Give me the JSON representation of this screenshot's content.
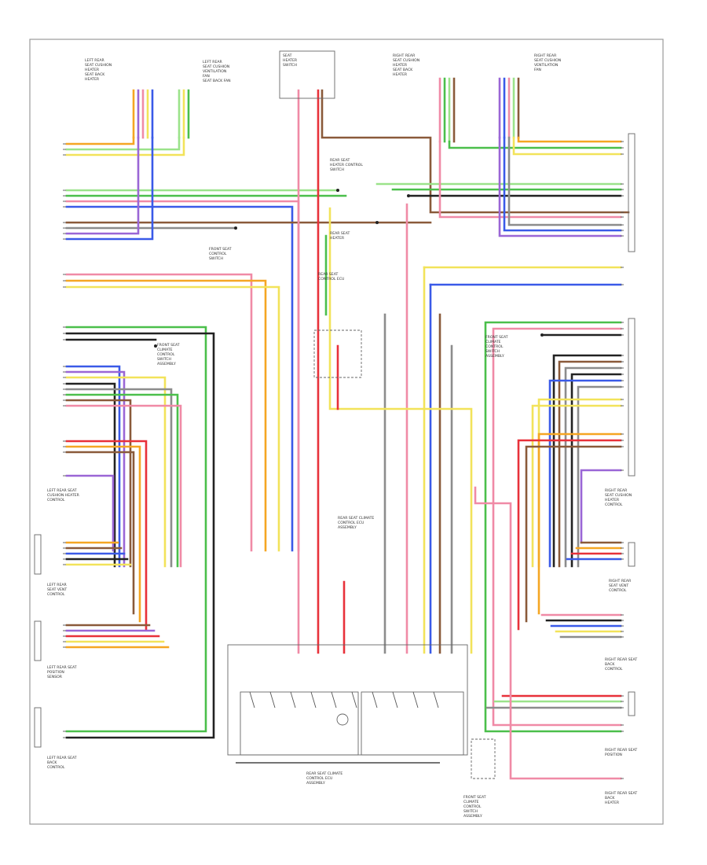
{
  "diagram": {
    "footer_code": "",
    "blocks": [
      {
        "id": "left_rear_heater",
        "lines": [
          "LEFT REAR",
          "SEAT CUSHION",
          "HEATER",
          "SEAT BACK",
          "HEATER"
        ]
      },
      {
        "id": "left_rear_vent",
        "lines": [
          "LEFT REAR",
          "SEAT CUSHION",
          "VENTILATION",
          "FAN",
          "SEAT BACK FAN"
        ]
      },
      {
        "id": "seat_heater_switch",
        "lines": [
          "SEAT",
          "HEATER",
          "SWITCH"
        ]
      },
      {
        "id": "right_rear_heater",
        "lines": [
          "RIGHT REAR",
          "SEAT CUSHION",
          "HEATER",
          "SEAT BACK",
          "HEATER"
        ]
      },
      {
        "id": "right_rear_vent",
        "lines": [
          "RIGHT REAR",
          "SEAT CUSHION",
          "VENTILATION",
          "FAN"
        ]
      },
      {
        "id": "seat_ctrl_a",
        "lines": [
          "REAR SEAT",
          "HEATER CONTROL",
          "SWITCH"
        ]
      },
      {
        "id": "seat_ctrl_b",
        "lines": [
          "FRONT SEAT",
          "CONTROL",
          "SWITCH"
        ]
      },
      {
        "id": "left_rear_cushion_ctrl",
        "lines": [
          "LEFT REAR SEAT",
          "CUSHION HEATER",
          "CONTROL"
        ]
      },
      {
        "id": "left_rear_vent_ctrl",
        "lines": [
          "LEFT REAR",
          "SEAT VENT",
          "CONTROL"
        ]
      },
      {
        "id": "left_rear_seat_pos",
        "lines": [
          "LEFT REAR SEAT",
          "POSITION",
          "SENSOR"
        ]
      },
      {
        "id": "left_rear_seat_back",
        "lines": [
          "LEFT REAR SEAT",
          "BACK",
          "CONTROL"
        ]
      },
      {
        "id": "rear_seat_ecu",
        "lines": [
          "REAR SEAT",
          "CONTROL ECU"
        ]
      },
      {
        "id": "center_ctrl",
        "lines": [
          "REAR SEAT",
          "HEATER"
        ]
      },
      {
        "id": "right_rear_cushion_ctrl",
        "lines": [
          "RIGHT REAR",
          "SEAT CUSHION",
          "HEATER",
          "CONTROL"
        ]
      },
      {
        "id": "right_rear_vent_ctrl",
        "lines": [
          "RIGHT REAR",
          "SEAT VENT",
          "CONTROL"
        ]
      },
      {
        "id": "right_rear_seat_back",
        "lines": [
          "RIGHT REAR SEAT",
          "BACK",
          "CONTROL"
        ]
      },
      {
        "id": "right_rear_seat_pos",
        "lines": [
          "RIGHT REAR SEAT",
          "POSITION"
        ]
      },
      {
        "id": "seat_ecu_main",
        "lines": [
          "REAR SEAT CLIMATE",
          "CONTROL ECU",
          "ASSEMBLY"
        ]
      },
      {
        "id": "front_ctrl",
        "lines": [
          "FRONT SEAT",
          "CLIMATE",
          "CONTROL",
          "SWITCH",
          "ASSEMBLY"
        ]
      },
      {
        "id": "right_rear_back_ctrl",
        "lines": [
          "RIGHT REAR SEAT",
          "BACK",
          "HEATER"
        ]
      }
    ],
    "wire_colors": {
      "red": "#e8313a",
      "pink": "#f08aa6",
      "orange": "#f5a623",
      "yellow": "#f2e35a",
      "green": "#4bbf4b",
      "light_green": "#9be38a",
      "blue": "#3a5ae8",
      "violet": "#9a66d6",
      "brown": "#8a5a3a",
      "gray": "#8c8c8c",
      "black": "#222222",
      "white": "#d8d8d8"
    }
  }
}
